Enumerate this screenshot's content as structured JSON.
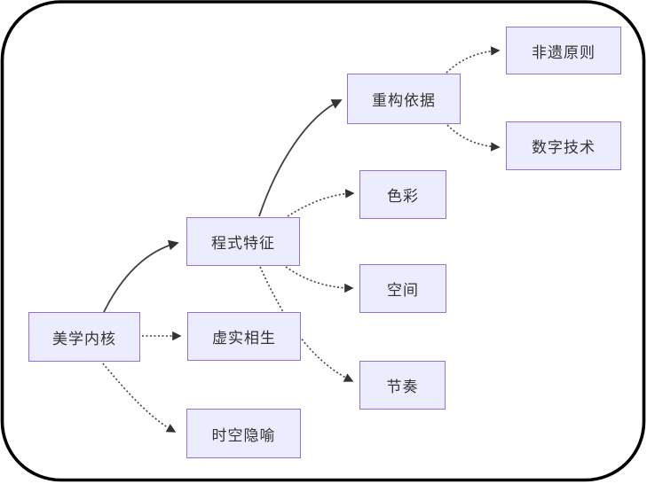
{
  "diagram": {
    "type": "flowchart",
    "background_color": "#ffffff",
    "frame_color": "#000000",
    "node_fill": "#ECECFF",
    "node_border": "#9370DB",
    "node_text_color": "#333333",
    "edge_color": "#3a3a3a",
    "nodes": [
      {
        "id": "aesthetic-core",
        "label": "美学内核"
      },
      {
        "id": "stylized-features",
        "label": "程式特征"
      },
      {
        "id": "virtual-real",
        "label": "虚实相生"
      },
      {
        "id": "spacetime-metaphor",
        "label": "时空隐喻"
      },
      {
        "id": "reconstruction-basis",
        "label": "重构依据"
      },
      {
        "id": "color",
        "label": "色彩"
      },
      {
        "id": "space",
        "label": "空间"
      },
      {
        "id": "rhythm",
        "label": "节奏"
      },
      {
        "id": "heritage-principles",
        "label": "非遗原则"
      },
      {
        "id": "digital-tech",
        "label": "数字技术"
      }
    ],
    "edges": [
      {
        "from": "美学内核",
        "to": "程式特征",
        "style": "solid"
      },
      {
        "from": "美学内核",
        "to": "虚实相生",
        "style": "dotted"
      },
      {
        "from": "美学内核",
        "to": "时空隐喻",
        "style": "dotted"
      },
      {
        "from": "程式特征",
        "to": "重构依据",
        "style": "solid"
      },
      {
        "from": "程式特征",
        "to": "色彩",
        "style": "dotted"
      },
      {
        "from": "程式特征",
        "to": "空间",
        "style": "dotted"
      },
      {
        "from": "程式特征",
        "to": "节奏",
        "style": "dotted"
      },
      {
        "from": "重构依据",
        "to": "非遗原则",
        "style": "dotted"
      },
      {
        "from": "重构依据",
        "to": "数字技术",
        "style": "dotted"
      }
    ]
  }
}
